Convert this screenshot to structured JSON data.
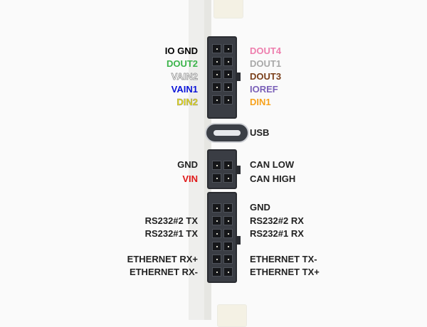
{
  "connector_1": {
    "left_labels": [
      {
        "text": "IO GND",
        "color": "#222222"
      },
      {
        "text": "DOUT2",
        "color": "#3cb44b"
      },
      {
        "text": "VAIN2",
        "color": "#ffffff",
        "outline": "#8a8a8a"
      },
      {
        "text": "VAIN1",
        "color": "#0a14d8"
      },
      {
        "text": "DIN2",
        "color": "#f2e600",
        "outline": "#8a8a8a"
      }
    ],
    "right_labels": [
      {
        "text": "DOUT4",
        "color": "#ee7fae"
      },
      {
        "text": "DOUT1",
        "color": "#a9a9a9"
      },
      {
        "text": "DOUT3",
        "color": "#7a3f1a"
      },
      {
        "text": "IOREF",
        "color": "#7a60b8"
      },
      {
        "text": "DIN1",
        "color": "#f7a21c"
      }
    ]
  },
  "usb": {
    "label": "USB"
  },
  "connector_2": {
    "left_labels": [
      {
        "text": "GND",
        "color": "#222222"
      },
      {
        "text": "VIN",
        "color": "#e01818"
      }
    ],
    "right_labels": [
      {
        "text": "CAN LOW",
        "color": "#222222"
      },
      {
        "text": "CAN HIGH",
        "color": "#222222"
      }
    ]
  },
  "connector_3": {
    "left_labels": [
      {
        "text": "RS232#2 TX",
        "color": "#222222"
      },
      {
        "text": "RS232#1 TX",
        "color": "#222222"
      },
      {
        "text": "ETHERNET RX+",
        "color": "#222222"
      },
      {
        "text": "ETHERNET RX-",
        "color": "#222222"
      }
    ],
    "right_labels": [
      {
        "text": "GND",
        "color": "#222222"
      },
      {
        "text": "RS232#2 RX",
        "color": "#222222"
      },
      {
        "text": "RS232#1 RX",
        "color": "#222222"
      },
      {
        "text": "ETHERNET TX-",
        "color": "#222222"
      },
      {
        "text": "ETHERNET TX+",
        "color": "#222222"
      }
    ]
  }
}
